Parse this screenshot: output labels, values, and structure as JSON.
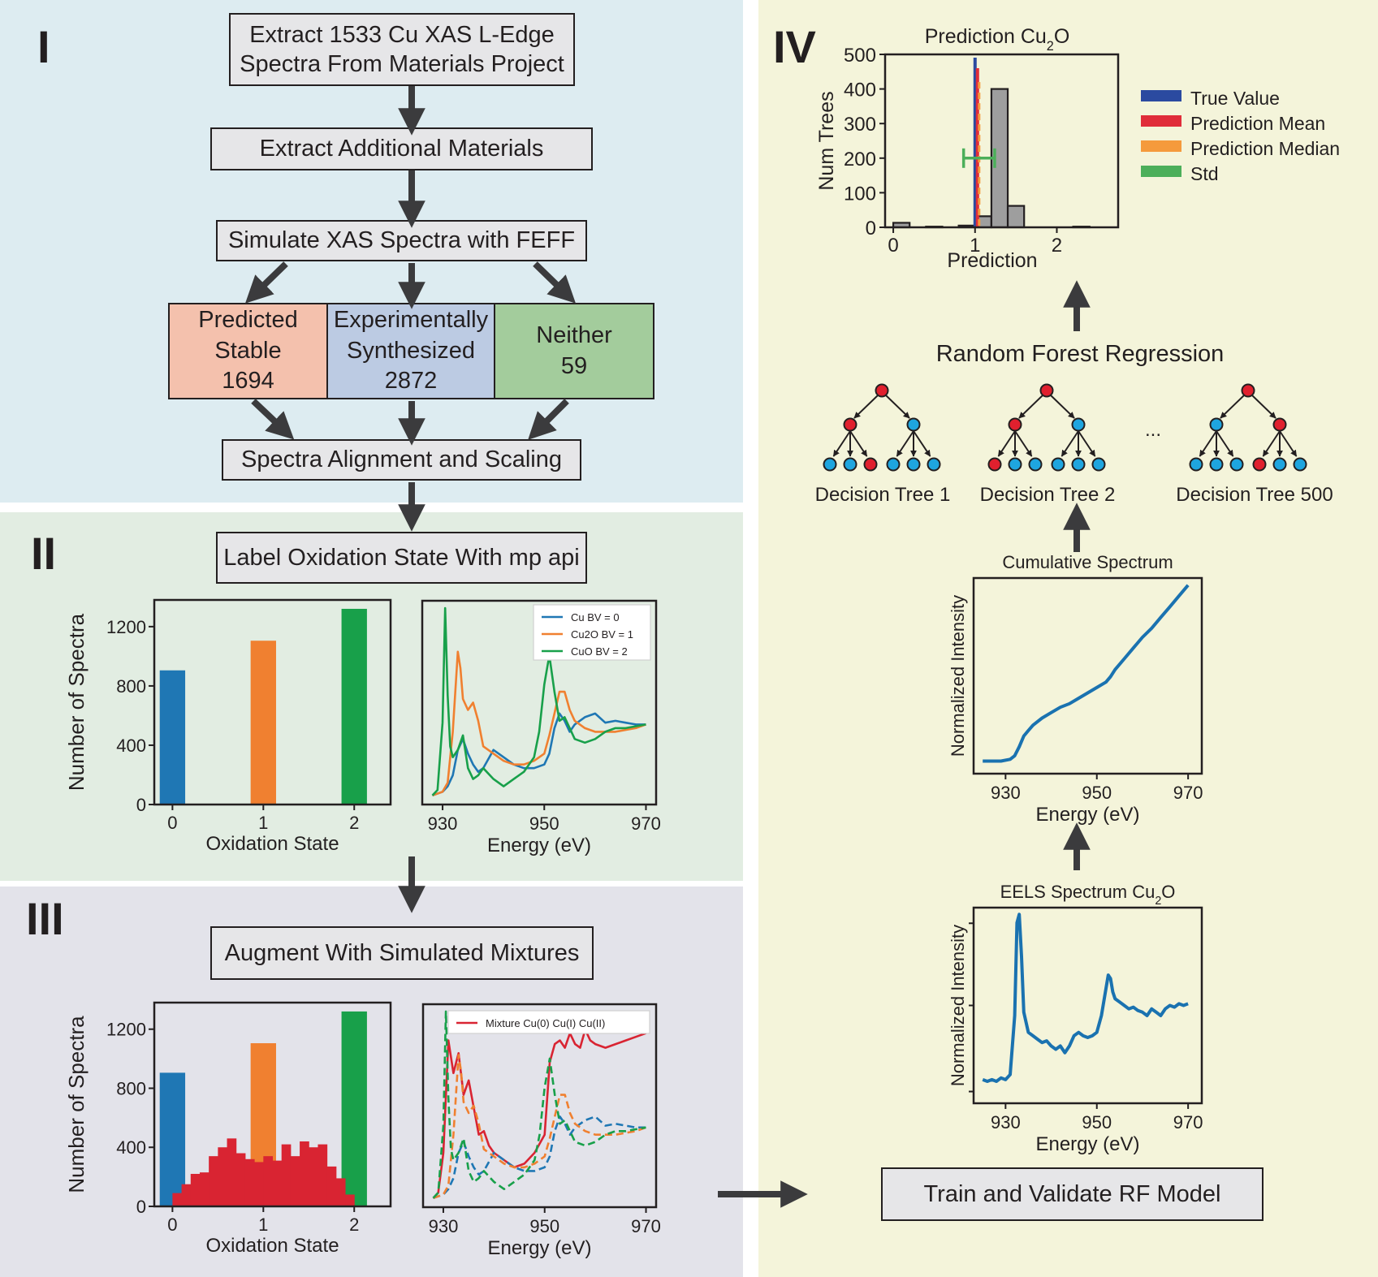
{
  "panel_labels": [
    "I",
    "II",
    "III",
    "IV"
  ],
  "panel1": {
    "step1": "Extract 1533 Cu XAS L-Edge\nSpectra From Materials Project",
    "step2": "Extract Additional Materials",
    "step3": "Simulate XAS Spectra with FEFF",
    "categories": [
      {
        "label": "Predicted\nStable\n1694",
        "color": "#f4c1ad"
      },
      {
        "label": "Experimentally\nSynthesized\n2872",
        "color": "#bccbe3"
      },
      {
        "label": "Neither\n59",
        "color": "#a3cc9c"
      }
    ],
    "step4": "Spectra Alignment and Scaling"
  },
  "panel2": {
    "step": "Label Oxidation State With mp api"
  },
  "panel3": {
    "step": "Augment With Simulated Mixtures"
  },
  "panel4": {
    "rf_title": "Random Forest Regression",
    "trees": [
      "Decision Tree 1",
      "Decision Tree 2",
      "Decision Tree 500"
    ],
    "ellipsis": "...",
    "train_box": "Train and Validate RF Model"
  },
  "colors": {
    "blue": "#1f77b4",
    "orange": "#f08030",
    "green": "#18a04a",
    "red": "#d92432",
    "gray": "#9e9e9e"
  },
  "chart_data": [
    {
      "id": "oxidation-hist-1",
      "type": "bar",
      "categories": [
        "0",
        "1",
        "2"
      ],
      "values": [
        905,
        1105,
        1320
      ],
      "colors": [
        "#1f77b4",
        "#f08030",
        "#18a04a"
      ],
      "xlabel": "Oxidation State",
      "ylabel": "Number of Spectra",
      "yticks": [
        0,
        400,
        800,
        1200
      ],
      "ylim": [
        0,
        1380
      ]
    },
    {
      "id": "xas-spectra-1",
      "type": "line",
      "xlabel": "Energy (eV)",
      "xticks": [
        930,
        950,
        970
      ],
      "xlim": [
        926,
        972
      ],
      "legend": "top-right",
      "series": [
        {
          "name": "Cu BV = 0",
          "color": "#1f77b4",
          "x": [
            928,
            930,
            931,
            932,
            933,
            934,
            935,
            936,
            937,
            938,
            940,
            942,
            944,
            946,
            948,
            950,
            951,
            952,
            953,
            954,
            955,
            956,
            958,
            960,
            962,
            964,
            966,
            968,
            970
          ],
          "y": [
            0.05,
            0.07,
            0.1,
            0.16,
            0.3,
            0.36,
            0.28,
            0.22,
            0.18,
            0.2,
            0.3,
            0.26,
            0.22,
            0.2,
            0.2,
            0.22,
            0.28,
            0.42,
            0.5,
            0.46,
            0.4,
            0.44,
            0.48,
            0.5,
            0.45,
            0.46,
            0.45,
            0.44,
            0.44
          ]
        },
        {
          "name": "Cu2O BV = 1",
          "color": "#f08030",
          "x": [
            928,
            930,
            931,
            932,
            933,
            933.5,
            934,
            935,
            936,
            937,
            938,
            940,
            942,
            944,
            946,
            948,
            950,
            951,
            952,
            953,
            954,
            955,
            956,
            958,
            960,
            962,
            964,
            966,
            968,
            970
          ],
          "y": [
            0.05,
            0.07,
            0.12,
            0.4,
            0.84,
            0.75,
            0.58,
            0.52,
            0.56,
            0.46,
            0.32,
            0.28,
            0.24,
            0.22,
            0.22,
            0.24,
            0.28,
            0.38,
            0.5,
            0.62,
            0.62,
            0.52,
            0.46,
            0.42,
            0.4,
            0.4,
            0.4,
            0.41,
            0.42,
            0.44
          ]
        },
        {
          "name": "CuO BV = 2",
          "color": "#18a04a",
          "x": [
            928,
            929,
            930,
            930.5,
            931,
            931.5,
            932,
            933,
            934,
            935,
            936,
            937,
            938,
            940,
            942,
            944,
            946,
            948,
            949,
            950,
            951,
            952,
            953,
            954,
            955,
            956,
            958,
            960,
            962,
            964,
            966,
            968,
            970
          ],
          "y": [
            0.05,
            0.08,
            0.45,
            1.08,
            0.6,
            0.32,
            0.26,
            0.3,
            0.38,
            0.2,
            0.14,
            0.16,
            0.2,
            0.14,
            0.1,
            0.14,
            0.18,
            0.26,
            0.4,
            0.66,
            0.82,
            0.62,
            0.46,
            0.48,
            0.42,
            0.36,
            0.34,
            0.36,
            0.4,
            0.42,
            0.42,
            0.43,
            0.44
          ]
        }
      ]
    },
    {
      "id": "oxidation-hist-2",
      "type": "bar",
      "categories": [
        "0",
        "1",
        "2"
      ],
      "values": [
        905,
        1105,
        1320
      ],
      "colors": [
        "#1f77b4",
        "#f08030",
        "#18a04a"
      ],
      "xlabel": "Oxidation State",
      "ylabel": "Number of Spectra",
      "yticks": [
        0,
        400,
        800,
        1200
      ],
      "ylim": [
        0,
        1380
      ],
      "mixture_bins": {
        "start": 0.0,
        "width": 0.1,
        "values": [
          90,
          150,
          220,
          230,
          340,
          400,
          460,
          360,
          320,
          300,
          340,
          310,
          420,
          340,
          440,
          400,
          420,
          270,
          190,
          80
        ],
        "color": "#d92432"
      }
    },
    {
      "id": "xas-spectra-2",
      "type": "line",
      "xlabel": "Energy (eV)",
      "xticks": [
        930,
        950,
        970
      ],
      "xlim": [
        926,
        972
      ],
      "legend": "top-right",
      "series": [
        {
          "name": "Mixture Cu(0) Cu(I) Cu(II)",
          "color": "#d92432",
          "x": [
            928,
            929,
            930,
            931,
            932,
            933,
            934,
            935,
            936,
            937,
            938,
            939,
            940,
            942,
            944,
            946,
            948,
            950,
            951,
            952,
            953,
            954,
            955,
            956,
            957,
            958,
            959,
            960,
            962,
            964,
            966,
            968,
            970
          ],
          "y": [
            0.05,
            0.08,
            0.3,
            0.92,
            0.74,
            0.85,
            0.62,
            0.7,
            0.55,
            0.4,
            0.42,
            0.34,
            0.3,
            0.26,
            0.22,
            0.24,
            0.3,
            0.4,
            0.8,
            0.9,
            0.92,
            0.88,
            0.96,
            0.9,
            0.88,
            0.98,
            0.92,
            0.9,
            0.88,
            0.9,
            0.92,
            0.94,
            0.96
          ]
        },
        {
          "name": "",
          "color": "#1f77b4",
          "dashed": true,
          "x": [
            928,
            930,
            931,
            932,
            933,
            934,
            935,
            936,
            937,
            938,
            940,
            942,
            944,
            946,
            948,
            950,
            951,
            952,
            953,
            954,
            955,
            956,
            958,
            960,
            962,
            964,
            966,
            968,
            970
          ],
          "y": [
            0.05,
            0.07,
            0.1,
            0.16,
            0.3,
            0.36,
            0.28,
            0.22,
            0.18,
            0.2,
            0.3,
            0.26,
            0.22,
            0.2,
            0.2,
            0.22,
            0.28,
            0.42,
            0.5,
            0.46,
            0.4,
            0.44,
            0.48,
            0.5,
            0.45,
            0.46,
            0.45,
            0.44,
            0.44
          ]
        },
        {
          "name": "",
          "color": "#f08030",
          "dashed": true,
          "x": [
            928,
            930,
            931,
            932,
            933,
            933.5,
            934,
            935,
            936,
            937,
            938,
            940,
            942,
            944,
            946,
            948,
            950,
            951,
            952,
            953,
            954,
            955,
            956,
            958,
            960,
            962,
            964,
            966,
            968,
            970
          ],
          "y": [
            0.05,
            0.07,
            0.12,
            0.4,
            0.84,
            0.75,
            0.58,
            0.52,
            0.56,
            0.46,
            0.32,
            0.28,
            0.24,
            0.22,
            0.22,
            0.24,
            0.28,
            0.38,
            0.5,
            0.62,
            0.62,
            0.52,
            0.46,
            0.42,
            0.4,
            0.4,
            0.4,
            0.41,
            0.42,
            0.44
          ]
        },
        {
          "name": "",
          "color": "#18a04a",
          "dashed": true,
          "x": [
            928,
            929,
            930,
            930.5,
            931,
            931.5,
            932,
            933,
            934,
            935,
            936,
            937,
            938,
            940,
            942,
            944,
            946,
            948,
            949,
            950,
            951,
            952,
            953,
            954,
            955,
            956,
            958,
            960,
            962,
            964,
            966,
            968,
            970
          ],
          "y": [
            0.05,
            0.08,
            0.45,
            1.08,
            0.6,
            0.32,
            0.26,
            0.3,
            0.38,
            0.2,
            0.14,
            0.16,
            0.2,
            0.14,
            0.1,
            0.14,
            0.18,
            0.26,
            0.4,
            0.66,
            0.82,
            0.62,
            0.46,
            0.48,
            0.42,
            0.36,
            0.34,
            0.36,
            0.4,
            0.42,
            0.42,
            0.43,
            0.44
          ]
        }
      ]
    },
    {
      "id": "prediction-hist",
      "type": "bar",
      "title": "Prediction Cu2O",
      "xlabel": "Prediction",
      "ylabel": "Num Trees",
      "xticks": [
        0,
        1,
        2
      ],
      "yticks": [
        0,
        100,
        200,
        300,
        400,
        500
      ],
      "xlim": [
        -0.1,
        2.75
      ],
      "ylim": [
        0,
        500
      ],
      "bins": {
        "start": 0.0,
        "width": 0.2,
        "values": [
          13,
          0,
          2,
          0,
          5,
          32,
          400,
          62,
          0,
          0,
          0,
          2,
          0
        ]
      },
      "true_value": 1.0,
      "prediction_mean": 1.03,
      "prediction_median": 1.05,
      "std": [
        0.86,
        1.24
      ],
      "std_y": 200,
      "legend": [
        "True Value",
        "Prediction Mean",
        "Prediction Median",
        "Std"
      ],
      "legend_colors": [
        "#2b4aa0",
        "#e02d3a",
        "#f59a3c",
        "#4caf5a"
      ]
    },
    {
      "id": "cumulative-spectrum",
      "type": "line",
      "title": "Cumulative Spectrum",
      "xlabel": "Energy (eV)",
      "ylabel": "Normalized Intensity",
      "xticks": [
        930,
        950,
        970
      ],
      "xlim": [
        923,
        973
      ],
      "series": [
        {
          "name": "",
          "color": "#1a72b0",
          "x": [
            925,
            927,
            929,
            931,
            932,
            933,
            934,
            935,
            936,
            938,
            940,
            942,
            944,
            946,
            948,
            950,
            952,
            953,
            954,
            956,
            958,
            960,
            962,
            964,
            966,
            968,
            970
          ],
          "y": [
            0.02,
            0.02,
            0.02,
            0.03,
            0.05,
            0.1,
            0.16,
            0.19,
            0.22,
            0.26,
            0.29,
            0.32,
            0.34,
            0.37,
            0.4,
            0.43,
            0.46,
            0.49,
            0.53,
            0.59,
            0.65,
            0.71,
            0.76,
            0.82,
            0.88,
            0.94,
            1.0
          ]
        }
      ]
    },
    {
      "id": "eels-spectrum",
      "type": "line",
      "title": "EELS Spectrum Cu2O",
      "xlabel": "Energy (eV)",
      "ylabel": "Normalized Intensity",
      "xticks": [
        930,
        950,
        970
      ],
      "xlim": [
        923,
        973
      ],
      "series": [
        {
          "name": "",
          "color": "#1a72b0",
          "x": [
            925,
            926,
            927,
            928,
            929,
            930,
            931,
            932,
            932.5,
            933,
            933.5,
            934,
            935,
            936,
            937,
            938,
            939,
            940,
            941,
            942,
            943,
            944,
            945,
            946,
            947,
            948,
            949,
            950,
            951,
            952,
            952.5,
            953,
            953.5,
            954,
            955,
            956,
            957,
            958,
            959,
            960,
            961,
            962,
            963,
            964,
            965,
            966,
            967,
            968,
            969,
            970
          ],
          "y": [
            0.02,
            0.01,
            0.02,
            0.01,
            0.03,
            0.02,
            0.05,
            0.4,
            0.95,
            1.0,
            0.75,
            0.42,
            0.3,
            0.28,
            0.26,
            0.24,
            0.25,
            0.22,
            0.2,
            0.22,
            0.18,
            0.22,
            0.28,
            0.3,
            0.28,
            0.27,
            0.28,
            0.3,
            0.4,
            0.56,
            0.64,
            0.62,
            0.54,
            0.5,
            0.48,
            0.46,
            0.44,
            0.45,
            0.43,
            0.42,
            0.4,
            0.44,
            0.42,
            0.4,
            0.44,
            0.46,
            0.45,
            0.47,
            0.46,
            0.47
          ]
        }
      ]
    }
  ]
}
